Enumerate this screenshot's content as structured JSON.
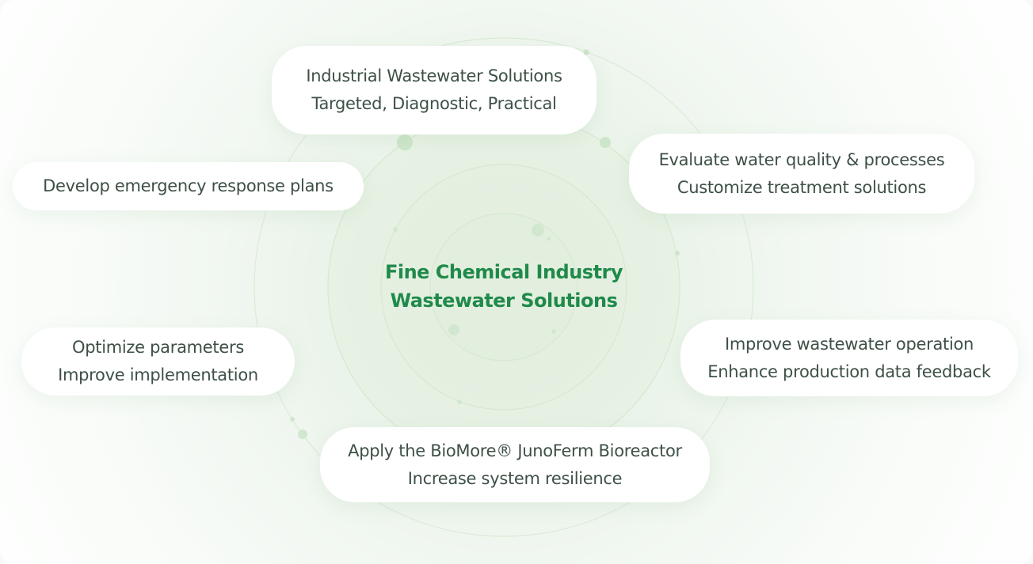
{
  "center": {
    "line1": "Fine Chemical Industry",
    "line2": "Wastewater Solutions",
    "color": "#1f8a4a"
  },
  "nodes": [
    {
      "id": "top",
      "lines": [
        "Industrial Wastewater Solutions",
        "Targeted, Diagnostic, Practical"
      ]
    },
    {
      "id": "upper-right",
      "lines": [
        "Evaluate water quality & processes",
        "Customize treatment solutions"
      ]
    },
    {
      "id": "lower-right",
      "lines": [
        "Improve wastewater operation",
        "Enhance production data feedback"
      ]
    },
    {
      "id": "bottom",
      "lines": [
        "Apply the BioMore® JunoFerm Bioreactor",
        "Increase system resilience"
      ]
    },
    {
      "id": "lower-left",
      "lines": [
        "Optimize parameters",
        "Improve implementation"
      ]
    },
    {
      "id": "upper-left",
      "lines": [
        "Develop emergency response plans"
      ]
    }
  ],
  "colors": {
    "node_text": "#3e5046",
    "ring": "#d3e6d1",
    "dot": "#c9e2c6"
  }
}
